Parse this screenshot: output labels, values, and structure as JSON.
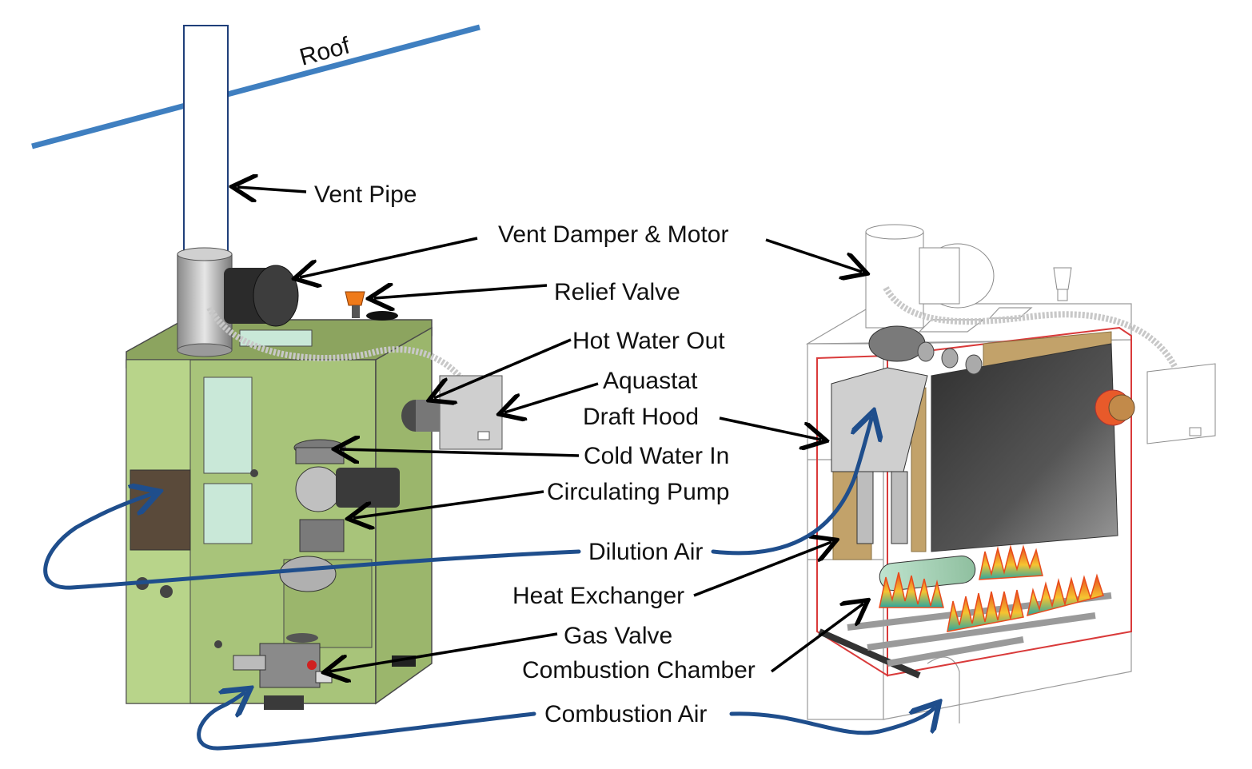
{
  "labels": {
    "roof": "Roof",
    "vent_pipe": "Vent Pipe",
    "vent_damper_motor": "Vent Damper & Motor",
    "relief_valve": "Relief Valve",
    "hot_water_out": "Hot Water Out",
    "aquastat": "Aquastat",
    "draft_hood": "Draft Hood",
    "cold_water_in": "Cold Water In",
    "circulating_pump": "Circulating Pump",
    "dilution_air": "Dilution Air",
    "heat_exchanger": "Heat Exchanger",
    "gas_valve": "Gas Valve",
    "combustion_chamber": "Combustion Chamber",
    "combustion_air": "Combustion Air"
  },
  "colors": {
    "roof_line": "#3f7fc0",
    "airflow_arrow": "#1f4e8c",
    "boiler_body": "#a8c47a",
    "boiler_panel": "#c9e8d8",
    "flame_outer": "#e84b1c",
    "flame_inner": "#f6c431",
    "combustion_chamber_outline": "#d93a3a",
    "heat_exchanger_fill": "#4a4a4a"
  }
}
